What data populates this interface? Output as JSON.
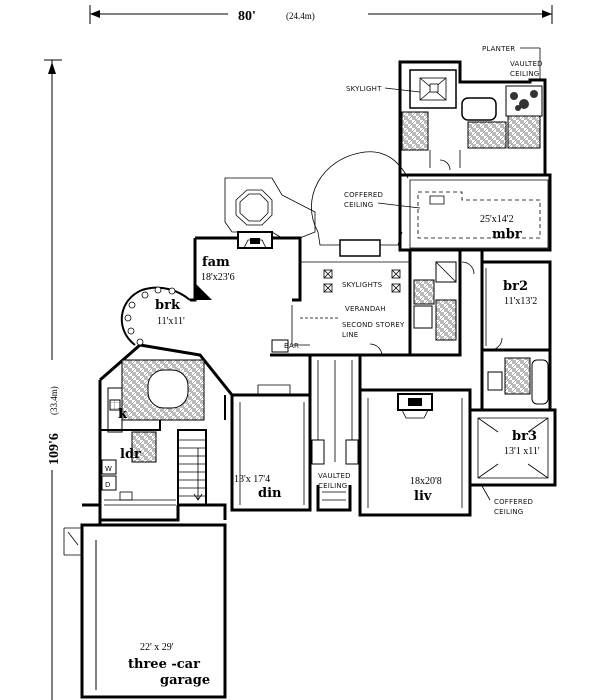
{
  "dimensions": {
    "width_value": "80'",
    "width_metric": "(24.4m)",
    "depth_value": "109'6",
    "depth_metric": "(33.4m)"
  },
  "rooms": {
    "mbr_size": "25'x14'2",
    "mbr_name": "mbr",
    "fam_name": "fam",
    "fam_size": "18'x23'6",
    "brk_name": "brk",
    "brk_size": "11'x11'",
    "br2_name": "br2",
    "br2_size": "11'x13'2",
    "br3_name": "br3",
    "br3_size": "13'1 x11'",
    "k_name": "k",
    "ldr_name": "ldr",
    "din_size": "13'x 17'4",
    "din_name": "din",
    "liv_size": "18x20'8",
    "liv_name": "liv",
    "garage_size": "22' x 29'",
    "garage_name_1": "three -car",
    "garage_name_2": "garage"
  },
  "notes": {
    "planter": "PLANTER",
    "vaulted_ceiling_1a": "VAULTED",
    "vaulted_ceiling_1b": "CEILING",
    "skylight": "SKYLIGHT",
    "coffered_1a": "COFFERED",
    "coffered_1b": "CEILING",
    "skylights": "SKYLIGHTS",
    "verandah": "VERANDAH",
    "second_storey_a": "SECOND STOREY",
    "second_storey_b": "LINE",
    "bar": "BAR",
    "vaulted_ceiling_2a": "VAULTED",
    "vaulted_ceiling_2b": "CEILING",
    "coffered_2a": "COFFERED",
    "coffered_2b": "CEILING",
    "w": "W",
    "d": "D"
  }
}
